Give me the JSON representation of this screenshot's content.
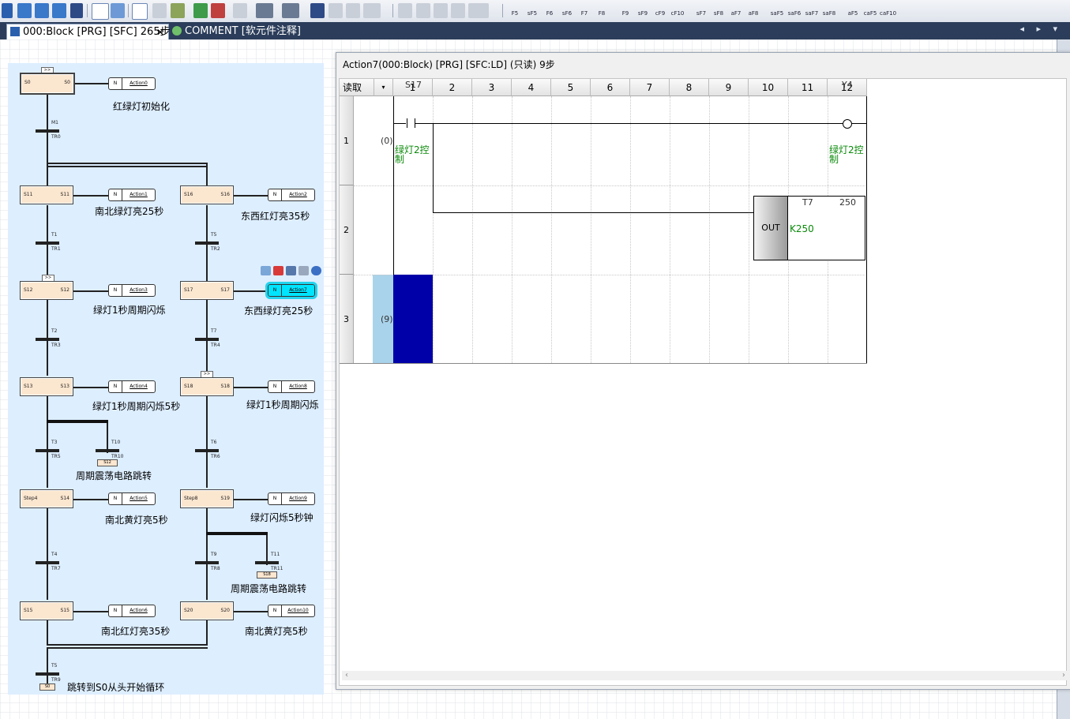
{
  "toolbar": {
    "fkeys": [
      "F5",
      "sF5",
      "F6",
      "sF6",
      "F7",
      "F8",
      "F9",
      "sF9",
      "cF9",
      "cF10",
      "sF7",
      "sF8",
      "aF7",
      "aF8",
      "saF5",
      "saF6",
      "saF7",
      "saF8",
      "aF5",
      "caF5",
      "caF10"
    ]
  },
  "tabs": {
    "active": "000:Block [PRG] [SFC] 265步",
    "inactive": "COMMENT [软元件注释]"
  },
  "sfc": {
    "steps": [
      {
        "id": "S0",
        "no": "S0",
        "action": "Action0",
        "comment": "红绿灯初始化"
      },
      {
        "id": "S11",
        "no": "S11",
        "action": "Action1",
        "comment": "南北绿灯亮25秒"
      },
      {
        "id": "S16",
        "no": "S16",
        "action": "Action2",
        "comment": "东西红灯亮35秒"
      },
      {
        "id": "S12",
        "no": "S12",
        "action": "Action3",
        "comment": "绿灯1秒周期闪烁"
      },
      {
        "id": "S17",
        "no": "S17",
        "action": "Action7",
        "comment": "东西绿灯亮25秒"
      },
      {
        "id": "S13",
        "no": "S13",
        "action": "Action4",
        "comment": "绿灯1秒周期闪烁5秒"
      },
      {
        "id": "S18",
        "no": "S18",
        "action": "Action8",
        "comment": "绿灯1秒周期闪烁"
      },
      {
        "id": "Step4",
        "no": "S14",
        "action": "Action5",
        "comment": "南北黄灯亮5秒"
      },
      {
        "id": "Step8",
        "no": "S19",
        "action": "Action9",
        "comment": "绿灯闪烁5秒钟"
      },
      {
        "id": "S15",
        "no": "S15",
        "action": "Action6",
        "comment": "南北红灯亮35秒"
      },
      {
        "id": "S20",
        "no": "S20",
        "action": "Action10",
        "comment": "南北黄灯亮5秒"
      }
    ],
    "transitions": [
      {
        "cond": "M1",
        "tr": "TR0"
      },
      {
        "cond": "T1",
        "tr": "TR1"
      },
      {
        "cond": "T5",
        "tr": "TR2"
      },
      {
        "cond": "T2",
        "tr": "TR3"
      },
      {
        "cond": "T7",
        "tr": "TR4"
      },
      {
        "cond": "T3",
        "tr": "TR5"
      },
      {
        "cond": "T10",
        "tr": "TR10"
      },
      {
        "cond": "T6",
        "tr": "TR6"
      },
      {
        "cond": "T4",
        "tr": "TR7"
      },
      {
        "cond": "T9",
        "tr": "TR8"
      },
      {
        "cond": "T11",
        "tr": "TR11"
      },
      {
        "cond": "T5",
        "tr": "TR9"
      }
    ],
    "jump_comments": {
      "j1": "周期震荡电路跳转",
      "j2": "周期震荡电路跳转",
      "j3": "跳转到S0从头开始循环"
    },
    "jump_targets": {
      "j1": "S12",
      "j2": "S18",
      "j3": "S0"
    },
    "action_qualifier": "N",
    "marker": ">>"
  },
  "ladder": {
    "title": "Action7(000:Block) [PRG] [SFC:LD] (只读) 9步",
    "mode": "读取",
    "columns": [
      "1",
      "2",
      "3",
      "4",
      "5",
      "6",
      "7",
      "8",
      "9",
      "10",
      "11",
      "12"
    ],
    "rows": [
      {
        "no": "1",
        "step": "(0)"
      },
      {
        "no": "2",
        "step": ""
      },
      {
        "no": "3",
        "step": "(9)"
      }
    ],
    "contact": {
      "device": "S17",
      "comment": "绿灯2控制"
    },
    "coil": {
      "device": "Y4",
      "comment": "绿灯2控制"
    },
    "timer": {
      "instr": "OUT",
      "device": "T7",
      "preset": "250",
      "const": "K250"
    }
  },
  "colors": {
    "sfc_bg": "#ddeeff",
    "step_fill": "#fbe6cf",
    "cursor": "#0000a8",
    "selected_action": "#00e5ff"
  }
}
